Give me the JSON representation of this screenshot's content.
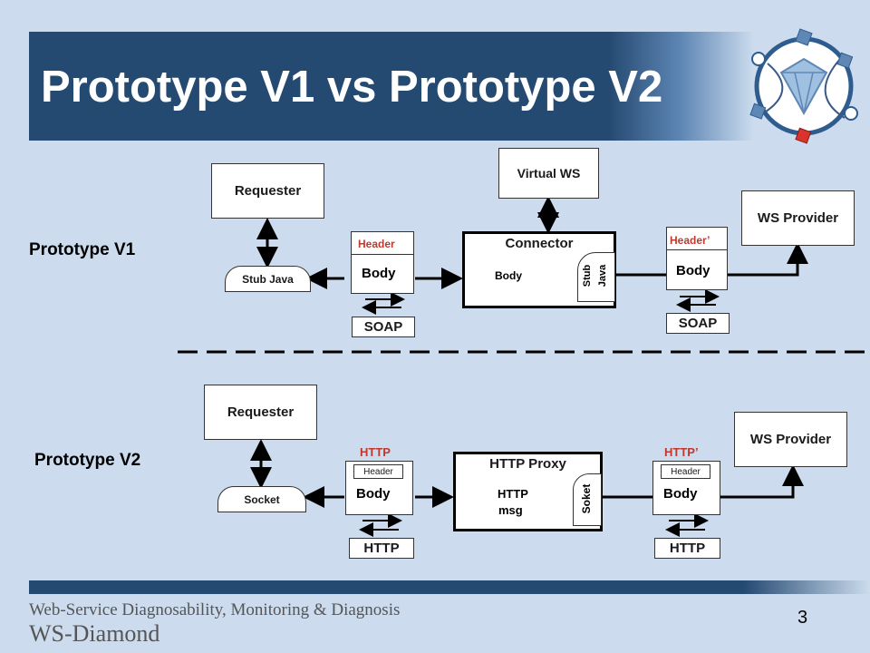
{
  "title": "Prototype V1 vs Prototype V2",
  "v1": {
    "label": "Prototype V1",
    "requester": "Requester",
    "stub_java": "Stub Java",
    "header": "Header",
    "body": "Body",
    "soap": "SOAP",
    "virtual_ws": "Virtual WS",
    "connector": "Connector",
    "connector_body": "Body",
    "stub": "Stub",
    "java": "Java",
    "header2": "Header’",
    "body2": "Body",
    "soap2": "SOAP",
    "provider": "WS Provider"
  },
  "v2": {
    "label": "Prototype V2",
    "requester": "Requester",
    "socket": "Socket",
    "http_label": "HTTP",
    "header": "Header",
    "body": "Body",
    "http": "HTTP",
    "proxy": "HTTP Proxy",
    "http_msg_1": "HTTP",
    "http_msg_2": "msg",
    "soket": "Soket",
    "http_label2": "HTTP’",
    "header2": "Header",
    "body2": "Body",
    "http2": "HTTP",
    "provider": "WS Provider"
  },
  "footer": {
    "line1": "Web-Service Diagnosability, Monitoring & Diagnosis",
    "line2": "WS-Diamond"
  },
  "page_number": "3",
  "colors": {
    "title_bar": "#254a72",
    "background": "#ccdcee",
    "accent_red": "#c0392b"
  }
}
